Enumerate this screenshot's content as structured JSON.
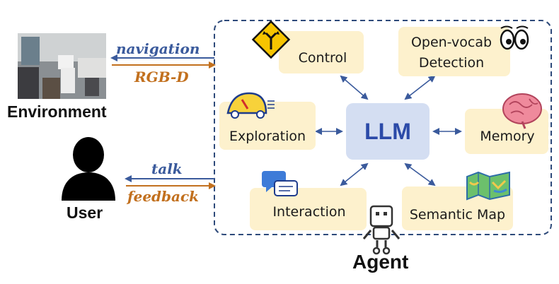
{
  "environment": {
    "label": "Environment"
  },
  "user": {
    "label": "User"
  },
  "agent": {
    "label": "Agent"
  },
  "links": {
    "navigation": "navigation",
    "rgbd": "RGB-D",
    "talk": "talk",
    "feedback": "feedback"
  },
  "center": {
    "label": "LLM"
  },
  "modules": {
    "control": "Control",
    "detection_line1": "Open-vocab",
    "detection_line2": "Detection",
    "exploration": "Exploration",
    "memory": "Memory",
    "interaction": "Interaction",
    "semantic_map": "Semantic Map"
  },
  "colors": {
    "blue_arrow": "#3a5a9c",
    "orange_arrow": "#c2701e",
    "module_bg": "#fdf1cd",
    "llm_bg": "#d4def2",
    "llm_text": "#2b4aa8",
    "dashed_border": "#2e4a7a"
  }
}
